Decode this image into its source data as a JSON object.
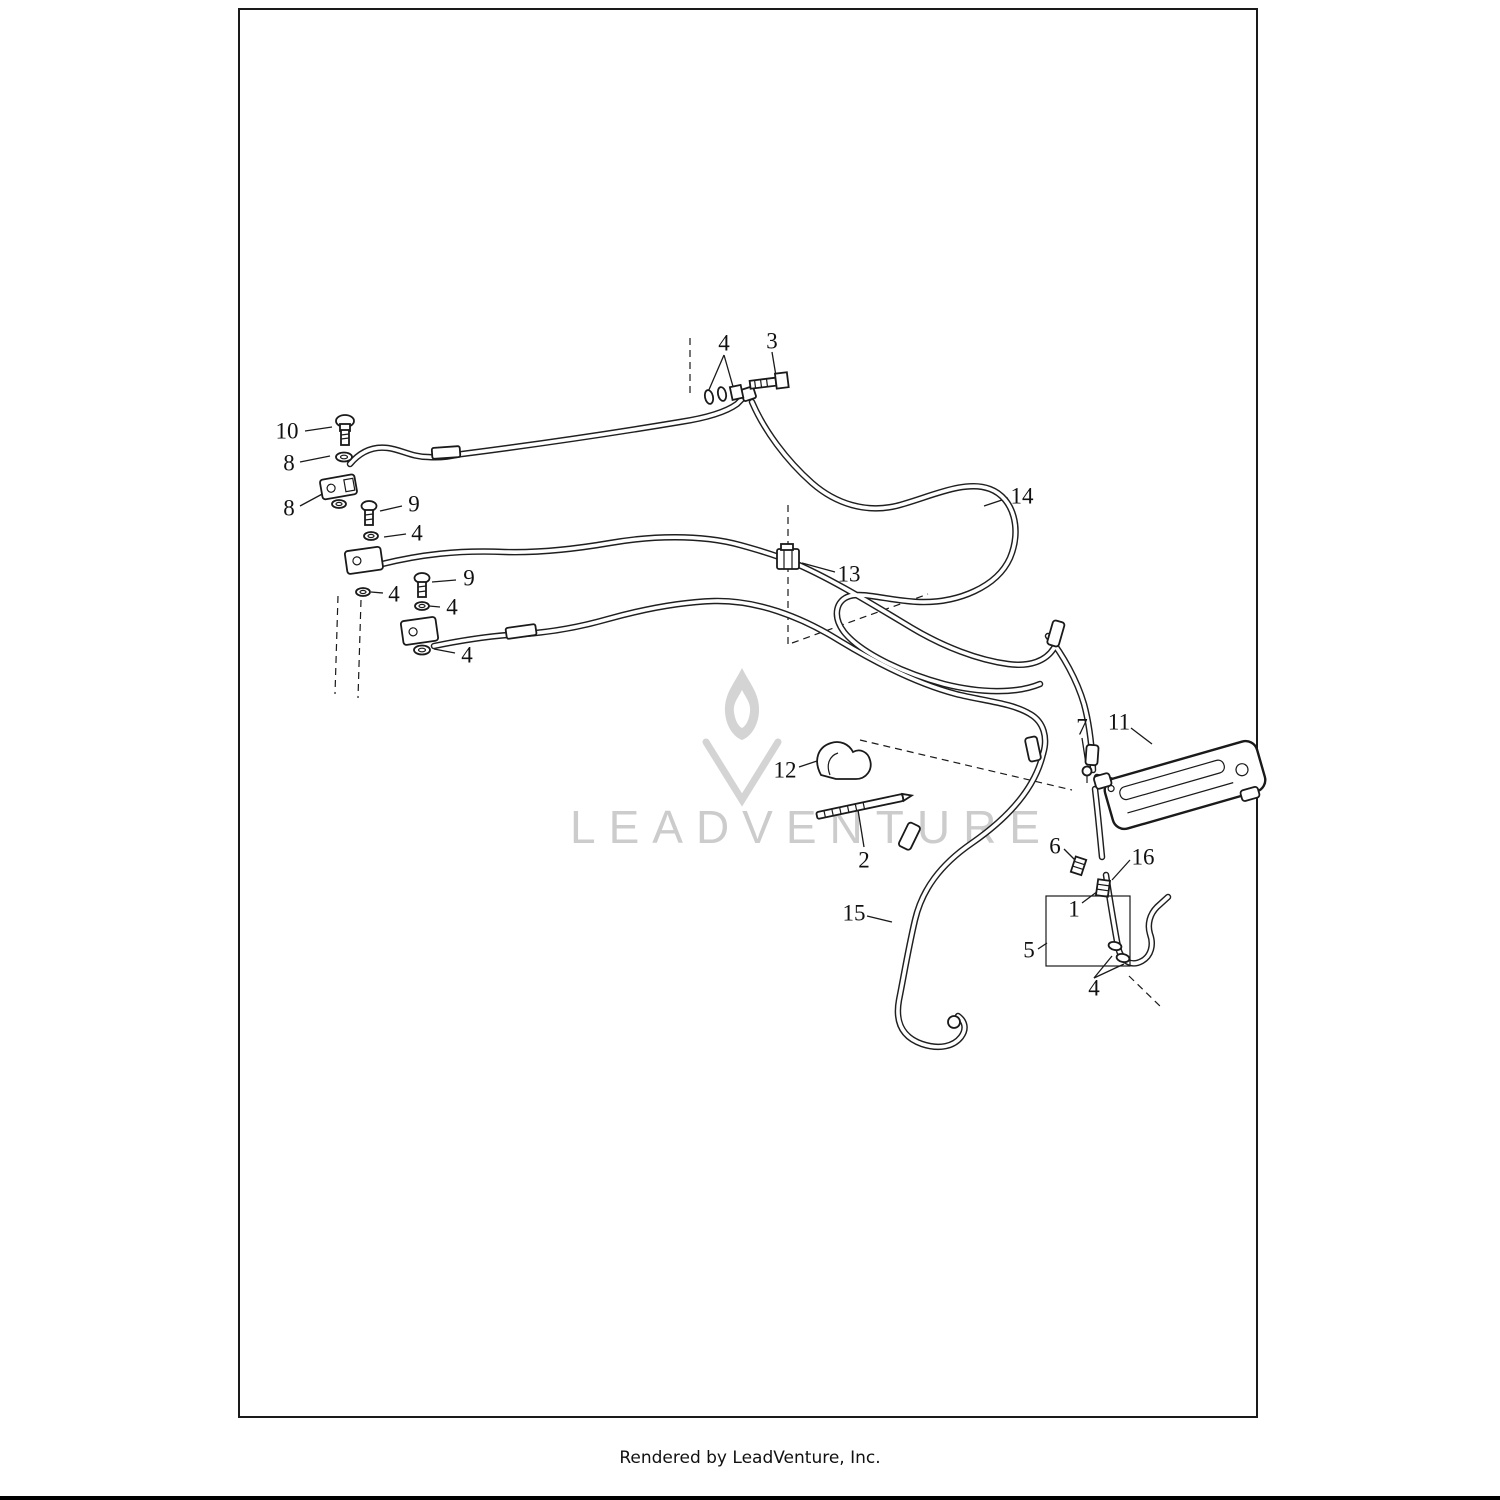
{
  "watermark": {
    "text": "LEADVENTURE"
  },
  "footer": {
    "text": "Rendered by LeadVenture, Inc."
  },
  "callouts": [
    {
      "label": "4"
    },
    {
      "label": "3"
    },
    {
      "label": "10"
    },
    {
      "label": "8"
    },
    {
      "label": "8"
    },
    {
      "label": "9"
    },
    {
      "label": "4"
    },
    {
      "label": "4"
    },
    {
      "label": "9"
    },
    {
      "label": "4"
    },
    {
      "label": "4"
    },
    {
      "label": "14"
    },
    {
      "label": "13"
    },
    {
      "label": "12"
    },
    {
      "label": "2"
    },
    {
      "label": "7"
    },
    {
      "label": "11"
    },
    {
      "label": "6"
    },
    {
      "label": "16"
    },
    {
      "label": "1"
    },
    {
      "label": "5"
    },
    {
      "label": "4"
    },
    {
      "label": "15"
    }
  ]
}
